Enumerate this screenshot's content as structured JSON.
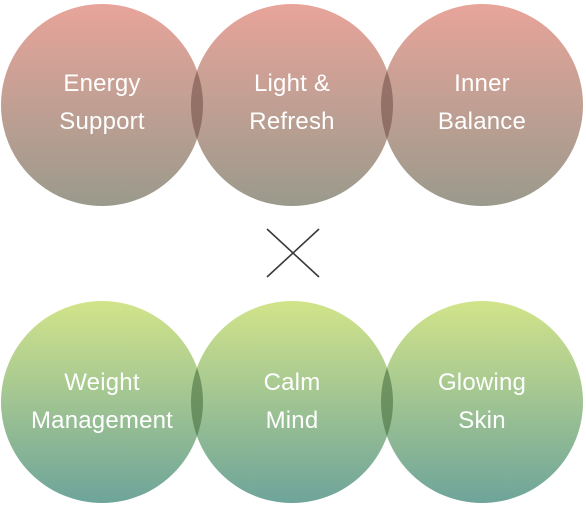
{
  "top_row": {
    "items": [
      {
        "line1": "Energy",
        "line2": "Support"
      },
      {
        "line1": "Light &",
        "line2": "Refresh"
      },
      {
        "line1": "Inner",
        "line2": "Balance"
      }
    ],
    "gradient_top": "#e8a49a",
    "gradient_bottom": "#9a9a8c",
    "overlap_color": "#6e4a42"
  },
  "bottom_row": {
    "items": [
      {
        "line1": "Weight",
        "line2": "Management"
      },
      {
        "line1": "Calm",
        "line2": "Mind"
      },
      {
        "line1": "Glowing",
        "line2": "Skin"
      }
    ],
    "gradient_top": "#d2e48a",
    "gradient_bottom": "#6ea49a",
    "overlap_color": "#4a7040"
  },
  "operator": {
    "icon": "multiply-cross-icon",
    "color": "#3a3a3a"
  }
}
